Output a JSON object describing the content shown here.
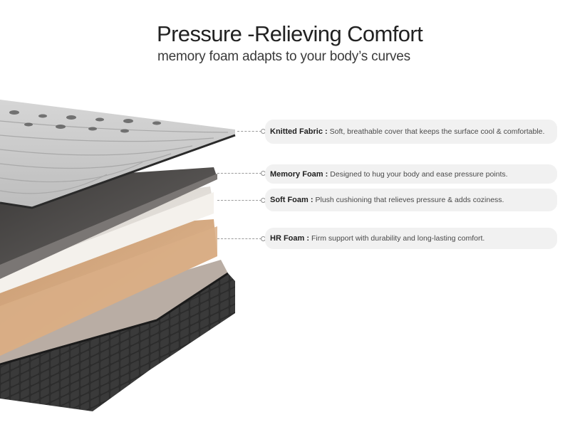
{
  "header": {
    "title": "Pressure -Relieving Comfort",
    "subtitle": "memory foam adapts to your body’s curves"
  },
  "layers": [
    {
      "name": "Knitted Fabric :",
      "description": "Soft, breathable cover that keeps the surface cool & comfortable.",
      "color": "#c9c9c9"
    },
    {
      "name": "Memory Foam :",
      "description": "Designed to hug your body and ease pressure points.",
      "color": "#4a4746"
    },
    {
      "name": "Soft Foam :",
      "description": "Plush cushioning that relieves pressure & adds coziness.",
      "color": "#e9e4dd"
    },
    {
      "name": "HR Foam :",
      "description": "Firm support with durability and long-lasting comfort.",
      "color": "#d4a77f"
    }
  ],
  "base": {
    "color": "#2b2b2b"
  },
  "colors": {
    "pill_bg": "#f1f1f1",
    "connector": "#9a9a9a"
  }
}
